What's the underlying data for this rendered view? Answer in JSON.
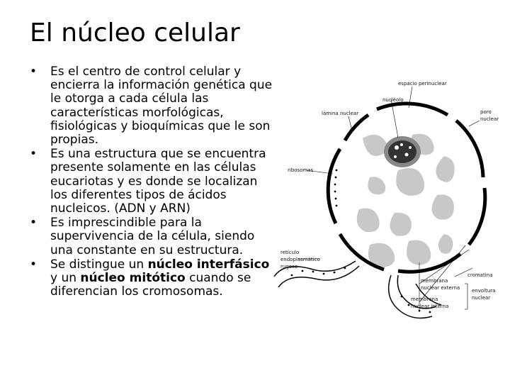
{
  "title": "El núcleo celular",
  "bullets": [
    {
      "parts": [
        {
          "text": "Es el centro de control celular y encierra la información genética que le otorga a cada célula las características morfológicas, fisiológicas y bioquímicas que le son propias.",
          "bold": false
        }
      ]
    },
    {
      "parts": [
        {
          "text": "Es una estructura que se encuentra presente solamente en las células eucariotas y es donde se localizan los diferentes tipos de ácidos nucleicos. (ADN y ARN)",
          "bold": false
        }
      ]
    },
    {
      "parts": [
        {
          "text": "Es imprescindible para la supervivencia de la célula, siendo una constante en su estructura.",
          "bold": false
        }
      ]
    },
    {
      "parts": [
        {
          "text": "Se distingue un ",
          "bold": false
        },
        {
          "text": "núcleo interfásico",
          "bold": true
        },
        {
          "text": " y un ",
          "bold": false
        },
        {
          "text": "núcleo mitótico",
          "bold": true
        },
        {
          "text": " cuando se diferencian los cromosomas.",
          "bold": false
        }
      ]
    }
  ],
  "bullet_symbol": "•",
  "diagram": {
    "labels": {
      "espacio_perinuclear": "espacio perinuclear",
      "nucleolo": "nucléolo",
      "lamina_nuclear": "lámina nuclear",
      "poro_nuclear_1": "poro",
      "poro_nuclear_2": "nuclear",
      "ribosomas": "ribosomas",
      "reticulo_1": "retículo",
      "reticulo_2": "endoplasmático",
      "reticulo_3": "rugoso",
      "cromatina": "cromatina",
      "membrana_externa_1": "membrana",
      "membrana_externa_2": "nuclear externa",
      "membrana_interna_1": "membrana",
      "membrana_interna_2": "nuclear interna",
      "envoltura_1": "envoltura",
      "envoltura_2": "nuclear"
    }
  }
}
